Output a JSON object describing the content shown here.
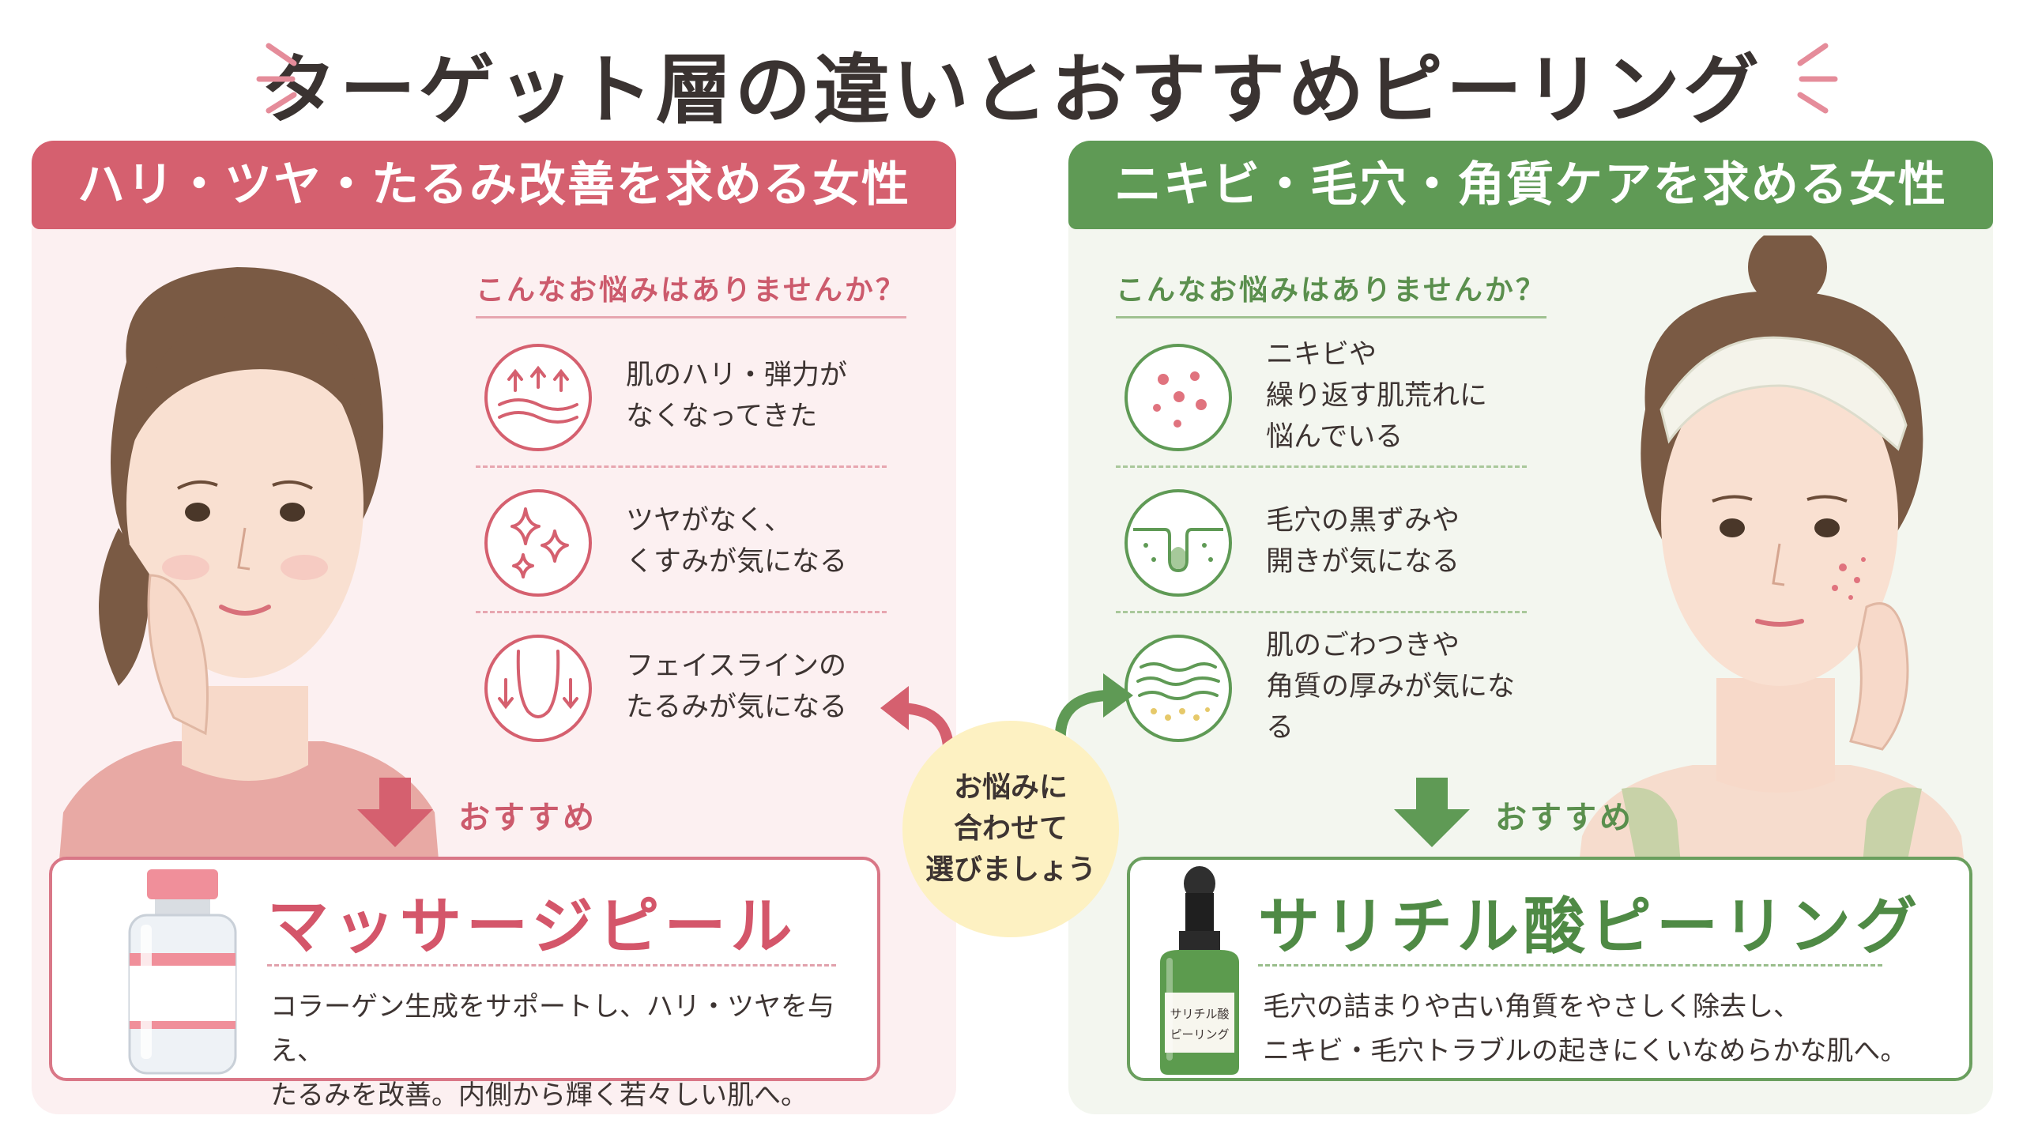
{
  "title": "ターゲット層の違いとおすすめピーリング",
  "left": {
    "header": "ハリ・ツヤ・たるみ改善を求める女性",
    "question": "こんなお悩みはありませんか？",
    "concerns": [
      {
        "line1": "肌のハリ・弾力が",
        "line2": "なくなってきた",
        "line3": ""
      },
      {
        "line1": "ツヤがなく、",
        "line2": "くすみが気になる",
        "line3": ""
      },
      {
        "line1": "フェイスラインの",
        "line2": "たるみが気になる",
        "line3": ""
      }
    ],
    "recommend": "おすすめ",
    "product_name": "マッサージピール",
    "desc1": "コラーゲン生成をサポートし、ハリ・ツヤを与え、",
    "desc2": "たるみを改善。内側から輝く若々しい肌へ。"
  },
  "right": {
    "header": "ニキビ・毛穴・角質ケアを求める女性",
    "question": "こんなお悩みはありませんか？",
    "concerns": [
      {
        "line1": "ニキビや",
        "line2": "繰り返す肌荒れに",
        "line3": "悩んでいる"
      },
      {
        "line1": "毛穴の黒ずみや",
        "line2": "開きが気になる",
        "line3": ""
      },
      {
        "line1": "肌のごわつきや",
        "line2": "角質の厚みが気になる",
        "line3": ""
      }
    ],
    "recommend": "おすすめ",
    "product_name": "サリチル酸ピーリング",
    "bottle_label1": "サリチル酸",
    "bottle_label2": "ピーリング",
    "desc1": "毛穴の詰まりや古い角質をやさしく除去し、",
    "desc2": "ニキビ・毛穴トラブルの起きにくいなめらかな肌へ。"
  },
  "center": {
    "line1": "お悩みに",
    "line2": "合わせて",
    "line3": "選びましょう"
  },
  "colors": {
    "pink": "#d5606f",
    "green": "#5f9a55",
    "bubble": "#fdf1c2"
  }
}
